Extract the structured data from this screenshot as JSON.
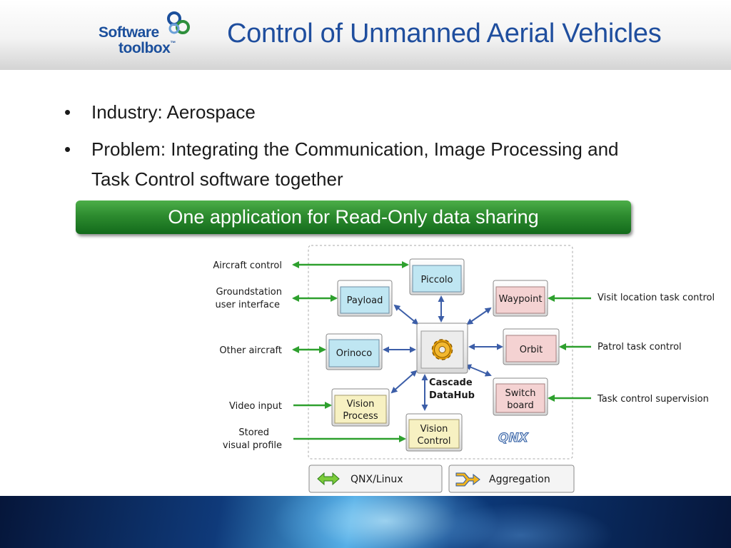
{
  "header": {
    "title": "Control of Unmanned Aerial Vehicles",
    "logo": {
      "line1": "Software",
      "line2": "toolbox",
      "tm": "™"
    }
  },
  "bullets": [
    {
      "text": "Industry: Aerospace"
    },
    {
      "text": "Problem: Integrating the Communication, Image Processing and Task Control software together"
    }
  ],
  "banner": {
    "text": "One application for Read-Only data sharing"
  },
  "diagram": {
    "left_labels": {
      "aircraft_control": "Aircraft control",
      "groundstation_1": "Groundstation",
      "groundstation_2": "user interface",
      "other_aircraft": "Other aircraft",
      "video_input": "Video input",
      "stored_1": "Stored",
      "stored_2": "visual profile"
    },
    "right_labels": {
      "visit_location": "Visit location task control",
      "patrol": "Patrol task control",
      "supervision": "Task control supervision"
    },
    "modules": {
      "piccolo": "Piccolo",
      "payload": "Payload",
      "waypoint": "Waypoint",
      "orinoco": "Orinoco",
      "orbit": "Orbit",
      "vision_process_1": "Vision",
      "vision_process_2": "Process",
      "switch_board_1": "Switch",
      "switch_board_2": "board",
      "vision_control_1": "Vision",
      "vision_control_2": "Control"
    },
    "hub": {
      "line1": "Cascade",
      "line2": "DataHub"
    },
    "os_logo": "QNX",
    "legend": {
      "qnx_linux": "QNX/Linux",
      "aggregation": "Aggregation"
    }
  },
  "colors": {
    "title": "#1f4e9e",
    "banner": "#2d8b2f",
    "green_arrow": "#2ea02e",
    "blue_arrow": "#3c5ea8",
    "module_cyan": "#bfe6f2",
    "module_pink": "#f4d2d2",
    "module_yellow": "#f7f1c2"
  }
}
